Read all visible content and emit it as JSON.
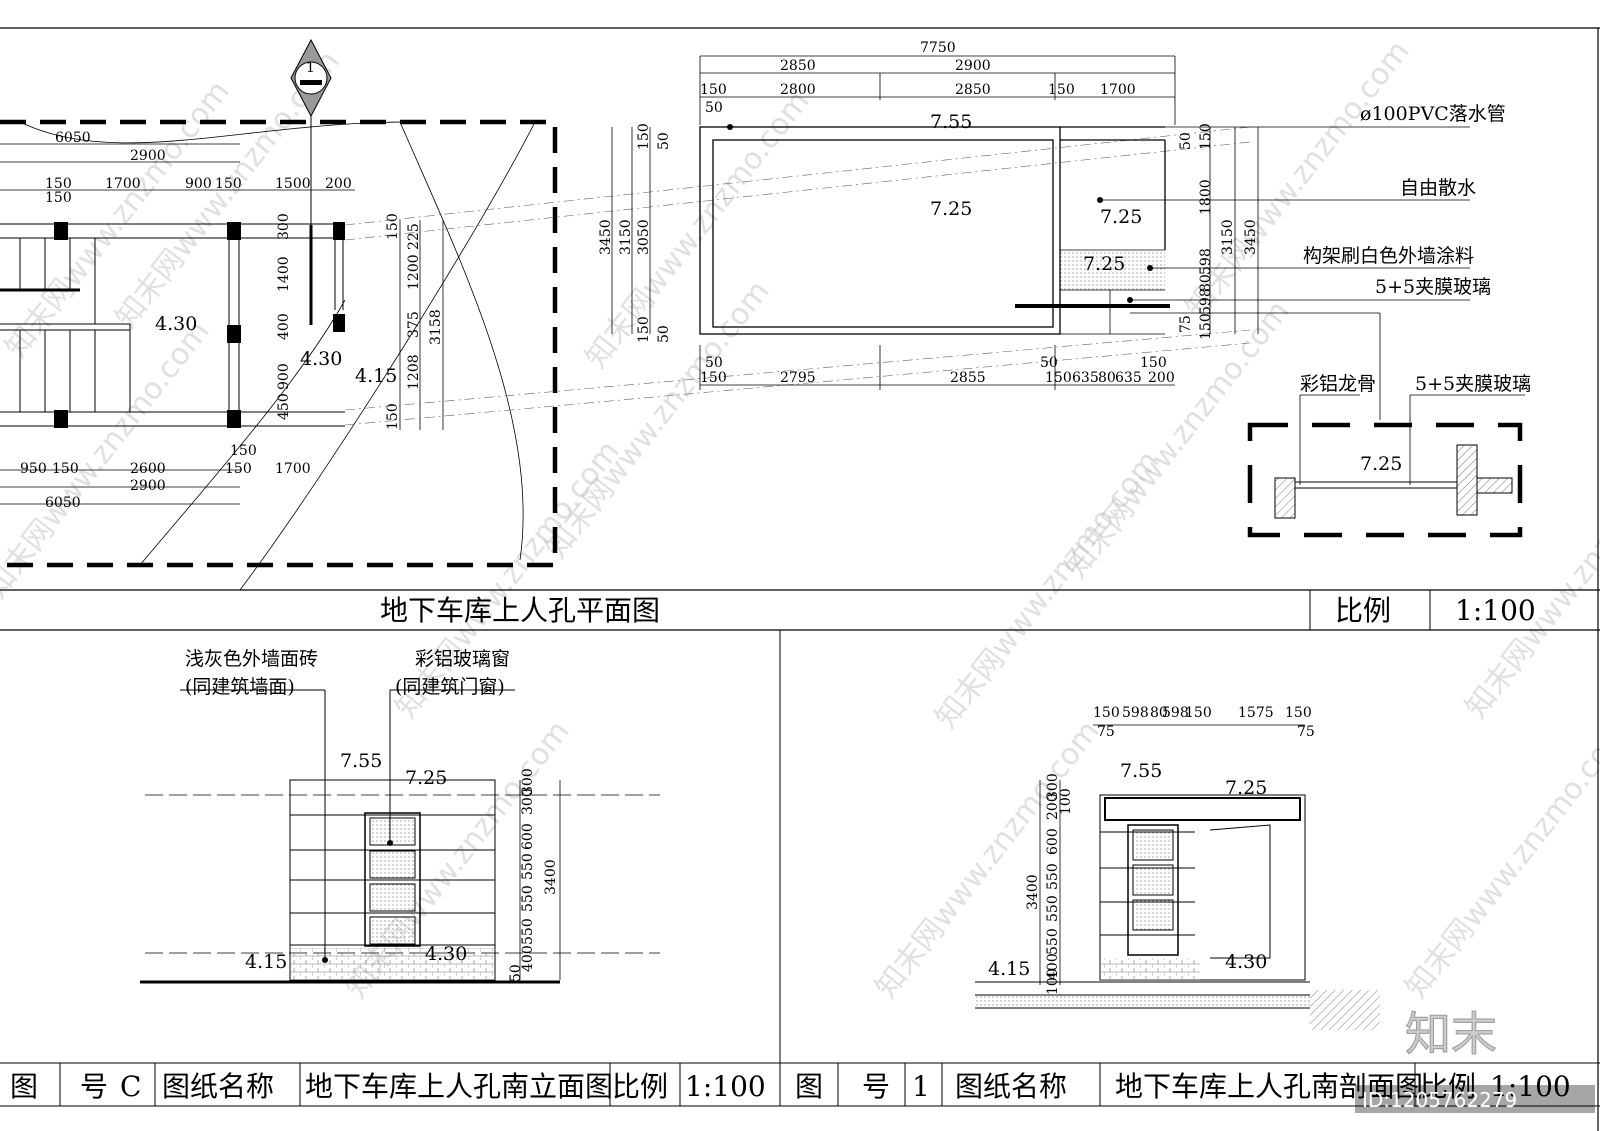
{
  "watermark": {
    "text": "知末网www.znzmo.com",
    "logo": "知末",
    "id": "ID:1205762279"
  },
  "plan": {
    "title": "地下车库上人孔平面图",
    "scale_label": "比例",
    "scale_value": "1:100",
    "section_marker": "1",
    "left_dims": {
      "total_top": "6050",
      "sub_top": "2900",
      "row_top": [
        "150",
        "1700",
        "900",
        "150",
        "1500",
        "200"
      ],
      "left_150": "150",
      "vert": [
        "300",
        "1400",
        "400",
        "900",
        "450"
      ],
      "right_vert": [
        "150",
        "225",
        "1200",
        "375",
        "1208",
        "150"
      ],
      "right_total": "3158",
      "row_bottom": [
        "950",
        "150",
        "2600",
        "150",
        "1700"
      ],
      "b150": "150",
      "sub_bottom": "2900",
      "total_bottom": "6050"
    },
    "left_levels": [
      "4.30",
      "4.30",
      "4.15"
    ],
    "right_dims": {
      "total": "7750",
      "row1": [
        "2850",
        "2900"
      ],
      "row2": [
        "150",
        "2800",
        "2850",
        "150",
        "1700"
      ],
      "small50": "50",
      "left_vert": [
        "3450",
        "3150",
        "3050"
      ],
      "left_small": [
        "150",
        "50",
        "150",
        "50"
      ],
      "right_vert": [
        "50",
        "150",
        "1800",
        "598",
        "80",
        "598",
        "75",
        "150"
      ],
      "right_total": [
        "3150",
        "3450"
      ],
      "bottom_row1": [
        "50",
        "50",
        "150"
      ],
      "bottom_row2": [
        "150",
        "2795",
        "2855",
        "150",
        "635",
        "80",
        "635",
        "200"
      ]
    },
    "right_levels": [
      "7.55",
      "7.25",
      "7.25",
      "7.25"
    ],
    "notes": [
      "ø100PVC落水管",
      "自由散水",
      "构架刷白色外墙涂料",
      "5+5夹膜玻璃"
    ],
    "detail": {
      "label_left": "彩铝龙骨",
      "label_right": "5+5夹膜玻璃",
      "level": "7.25"
    }
  },
  "elevation": {
    "labels": [
      "浅灰色外墙面砖",
      "(同建筑墙面)",
      "彩铝玻璃窗",
      "(同建筑门窗)"
    ],
    "levels": [
      "7.55",
      "7.25",
      "4.15",
      "4.30"
    ],
    "dims": [
      "300",
      "300",
      "600",
      "550",
      "550",
      "550",
      "400",
      "50",
      "3400"
    ],
    "footer": {
      "fig_label": "图",
      "num_label": "号",
      "num": "C",
      "name_label": "图纸名称",
      "name": "地下车库上人孔南立面图",
      "scale_label": "比例",
      "scale": "1:100"
    }
  },
  "section": {
    "top_dims": [
      "150",
      "598",
      "80",
      "598",
      "150",
      "1575",
      "150"
    ],
    "top_small": [
      "75",
      "75"
    ],
    "levels": [
      "7.55",
      "7.25",
      "4.15",
      "4.30"
    ],
    "dims": [
      "300",
      "200",
      "100",
      "600",
      "550",
      "550",
      "550",
      "400",
      "100",
      "3400"
    ],
    "footer": {
      "fig_label": "图",
      "num_label": "号",
      "num": "1",
      "name_label": "图纸名称",
      "name": "地下车库上人孔南剖面图",
      "scale_label": "比例",
      "scale": "1:100"
    }
  }
}
